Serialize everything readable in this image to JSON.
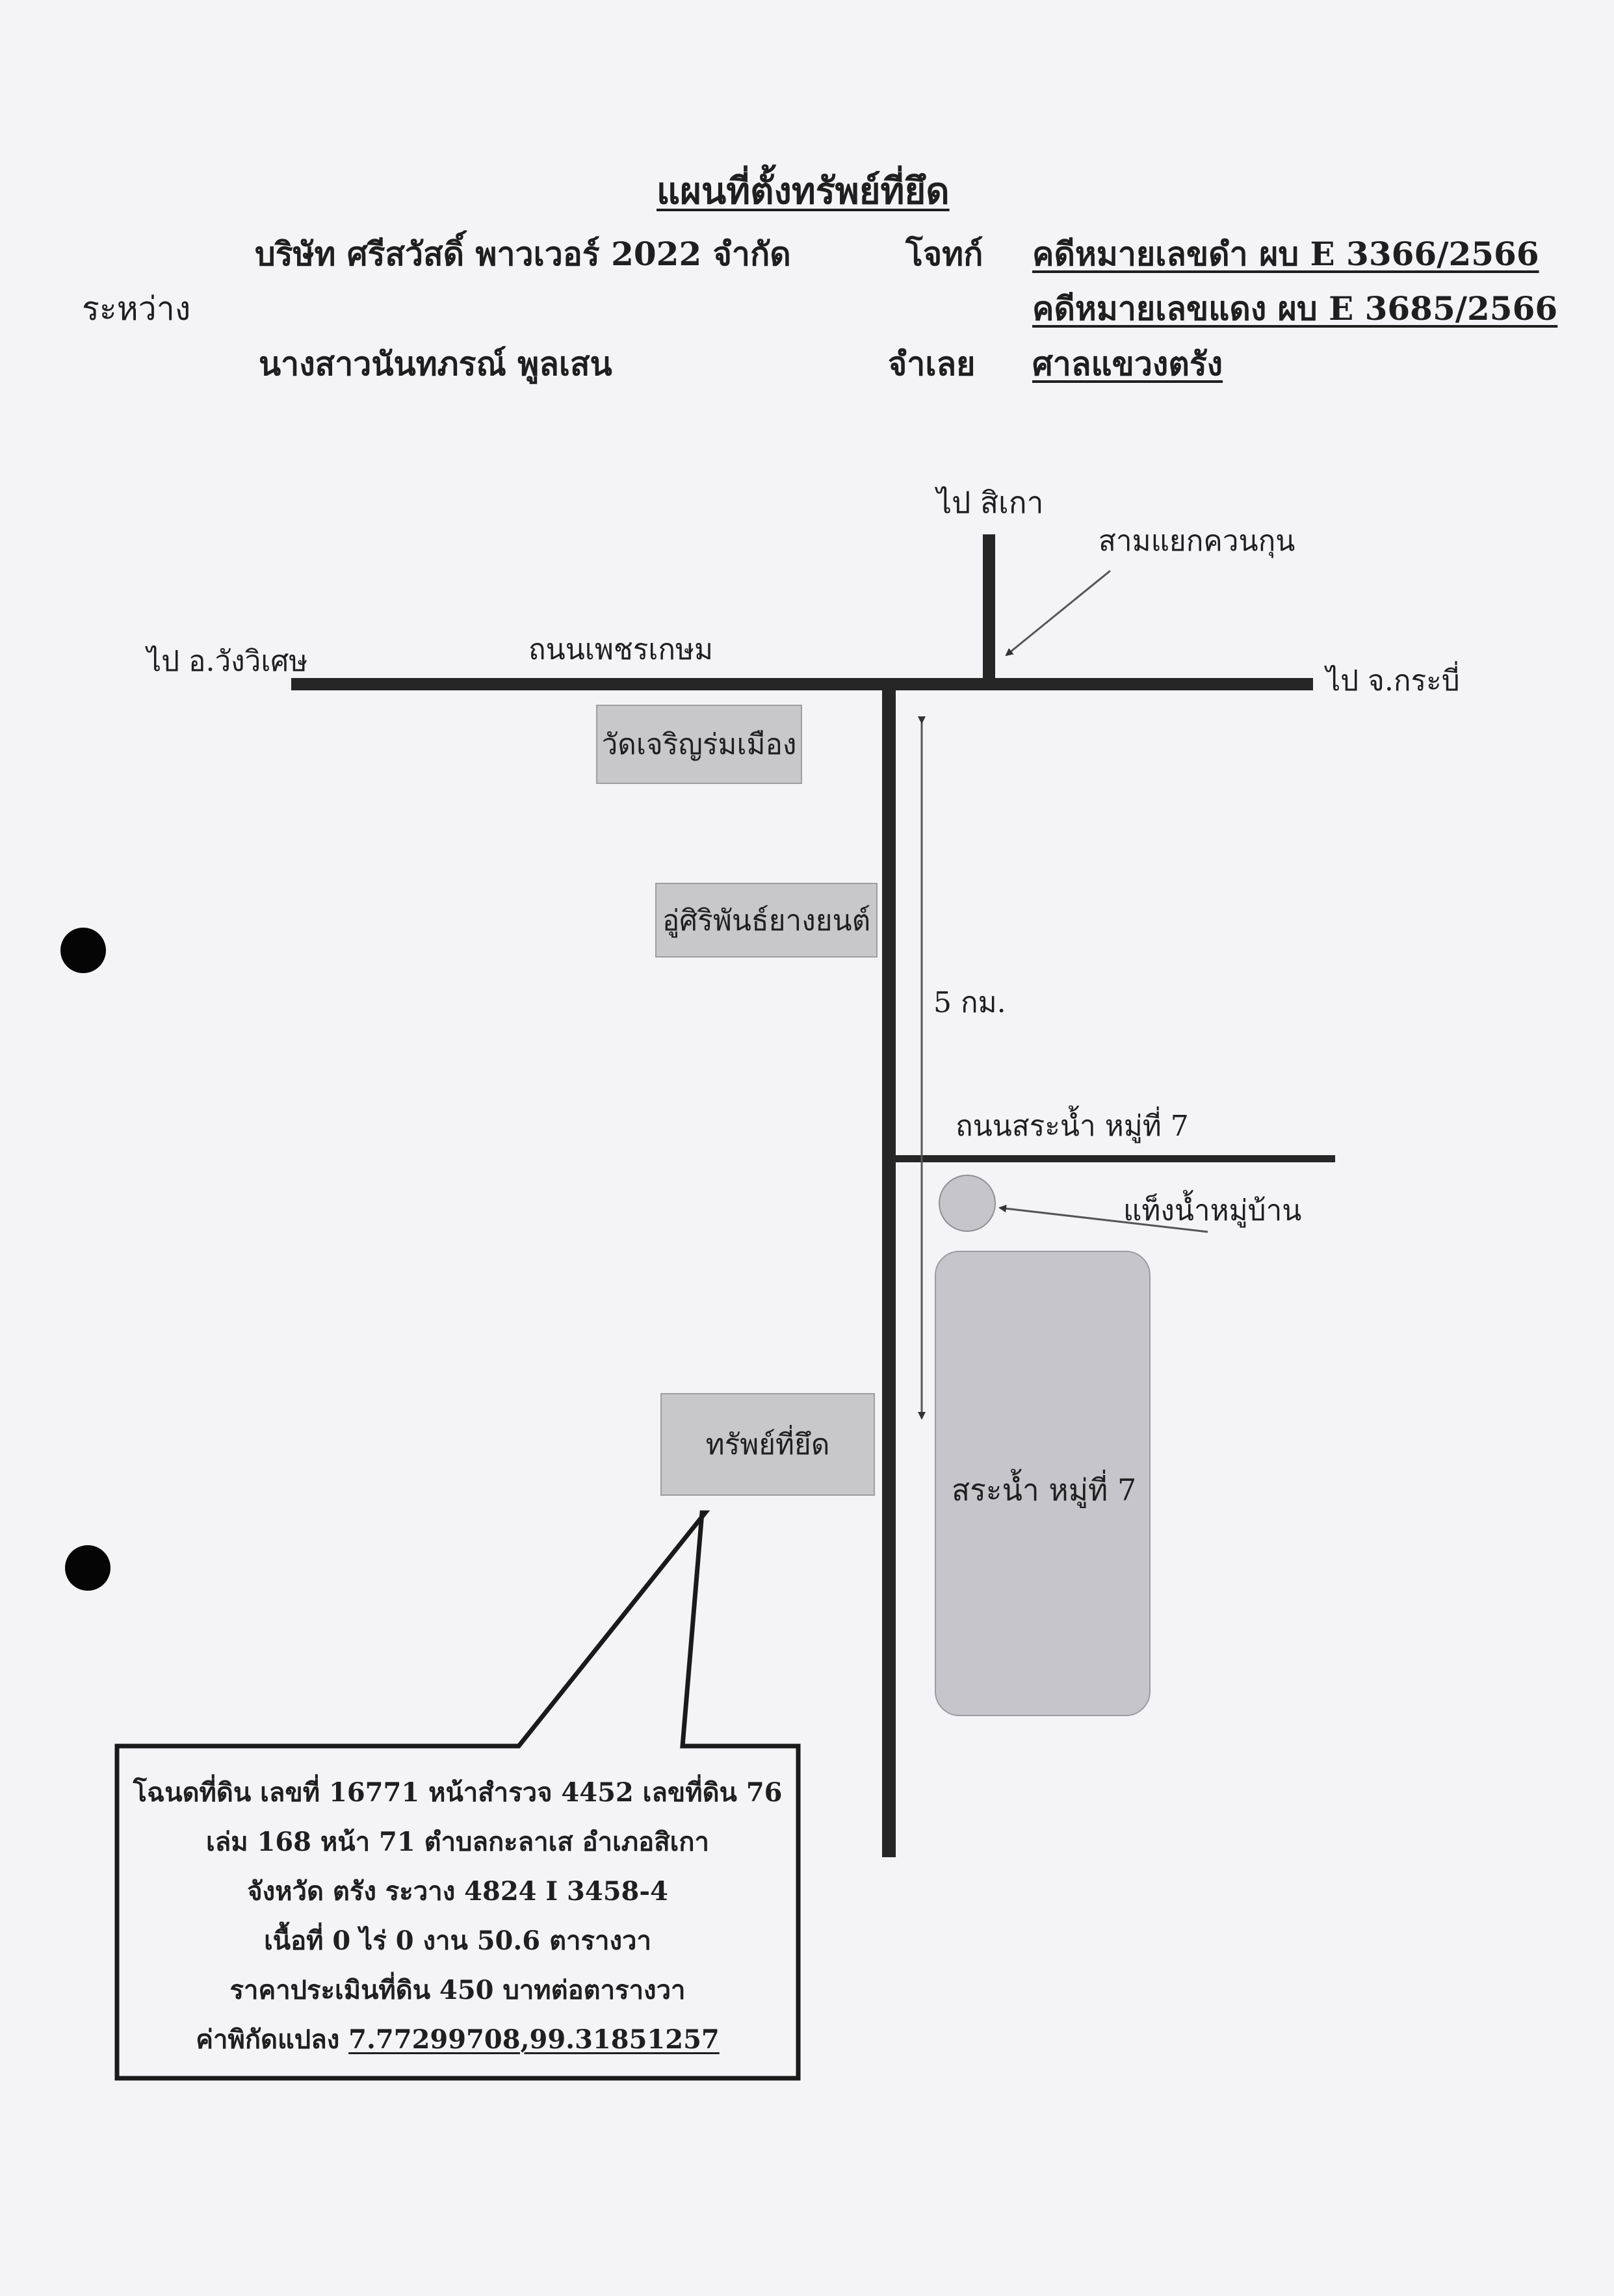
{
  "document": {
    "title": "แผนที่ตั้งทรัพย์ที่ยึด",
    "between_label": "ระหว่าง",
    "plaintiff_name": "บริษัท ศรีสวัสดิ์ พาวเวอร์ 2022 จำกัด",
    "plaintiff_role": "โจทก์",
    "defendant_name": "นางสาวนันทภรณ์ พูลเสน",
    "defendant_role": "จำเลย",
    "black_case": "คดีหมายเลขดำ  ผบ E 3366/2566",
    "red_case": "คดีหมายเลขแดง ผบ E 3685/2566",
    "court": "ศาลแขวงตรัง"
  },
  "map": {
    "to_sikao": "ไป สิเกา",
    "junction": "สามแยกควนกุน",
    "to_wang_wiset": "ไป อ.วังวิเศษ",
    "main_road": "ถนนเพชรเกษม",
    "to_krabi": "ไป จ.กระบี่",
    "temple": "วัดเจริญร่มเมือง",
    "tire_shop": "อู่ศิริพันธ์ยางยนต์",
    "distance": "5 กม.",
    "side_road": "ถนนสระน้ำ หมู่ที่ 7",
    "water_tank": "แท็งน้ำหมู่บ้าน",
    "seized_property": "ทรัพย์ที่ยึด",
    "pond": "สระน้ำ หมู่ที่ 7",
    "colors": {
      "road": "#262626",
      "landmark_fill": "#c8c8cb",
      "pond_fill": "#c6c6ca",
      "background": "#f4f3f6"
    }
  },
  "info_box": {
    "line1": "โฉนดที่ดิน เลขที่ 16771 หน้าสำรวจ 4452 เลขที่ดิน 76",
    "line2": "เล่ม 168 หน้า 71 ตำบลกะลาเส  อำเภอสิเกา",
    "line3": "จังหวัด ตรัง  ระวาง 4824 I 3458-4",
    "line4": "เนื้อที่ 0 ไร่ 0 งาน 50.6 ตารางวา",
    "line5_prefix": "ราคาประเมินที่ดิน 450 บาทต่อตารางวา",
    "line6_prefix": "ค่าพิกัดแปลง",
    "coordinates": "7.77299708,99.31851257"
  }
}
